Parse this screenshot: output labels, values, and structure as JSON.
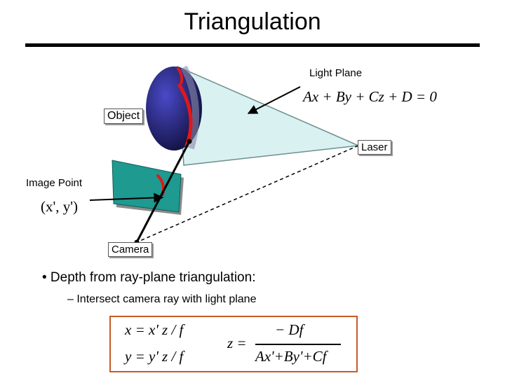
{
  "slide": {
    "title": "Triangulation",
    "bullets": [
      "•  Depth from ray-plane triangulation:",
      "–  Intersect camera ray with light plane"
    ]
  },
  "diagram": {
    "labels": {
      "light_plane": "Light Plane",
      "plane_equation": "Ax + By + Cz + D = 0",
      "object": "Object",
      "laser": "Laser",
      "image_point": "Image Point",
      "image_coords": "(x', y')",
      "camera": "Camera"
    },
    "colors": {
      "light_plane_fill": "#d9f1f1",
      "image_plane_fill": "#1e9a90",
      "object_fill": "#2a2a8c",
      "laser_stripe": "#e01818",
      "formula_border": "#c85a28"
    }
  },
  "formulas": {
    "x_eq": "x = x' z / f",
    "y_eq": "y = y' z / f",
    "z_lhs": "z =",
    "z_num": "− Df",
    "z_den": "Ax'+By'+Cf"
  }
}
